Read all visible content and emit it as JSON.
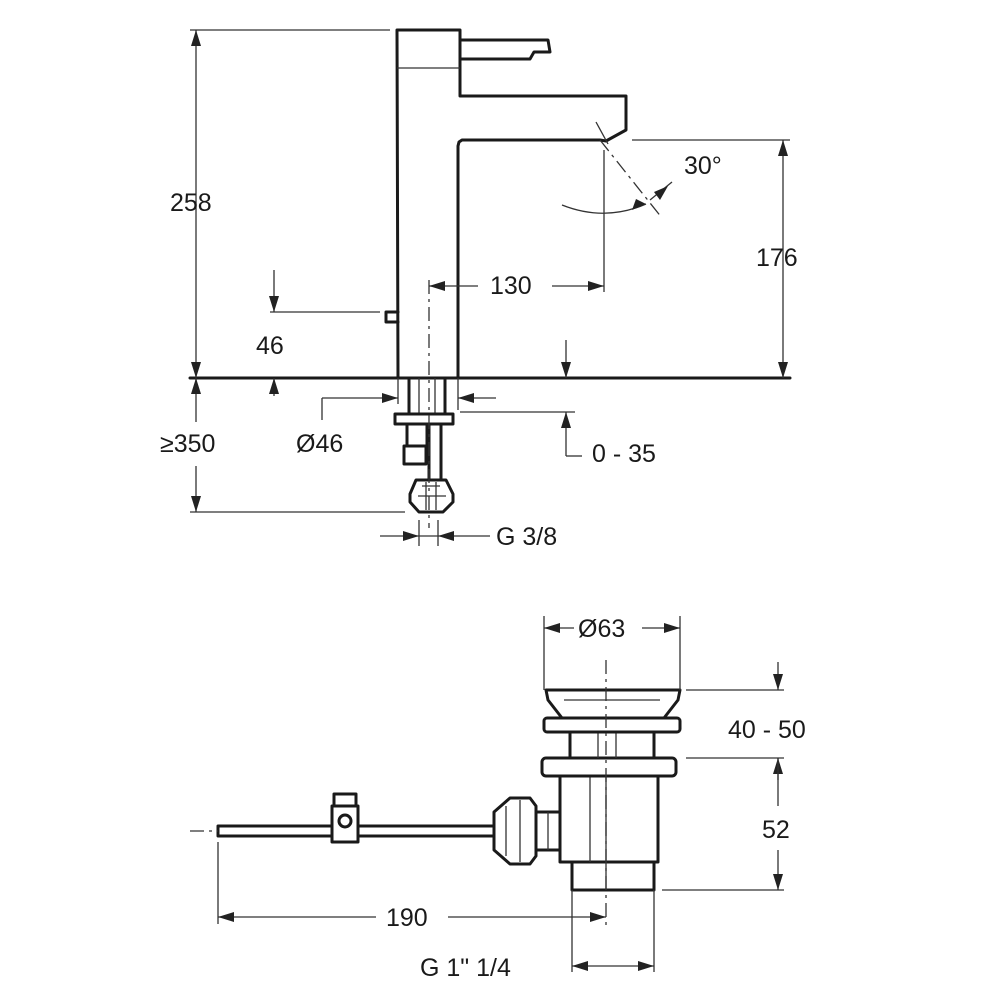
{
  "faucet": {
    "height_label": "258",
    "spout_angle_label": "30°",
    "spout_height_label": "176",
    "spout_reach_label": "130",
    "lever_height_label": "46",
    "hole_diameter_label": "Ø46",
    "hose_length_label": "≥350",
    "deck_thickness_label": "0 - 35",
    "connection_label": "G 3/8"
  },
  "waste": {
    "plug_diameter_label": "Ø63",
    "plug_range_label": "40 - 50",
    "body_height_label": "52",
    "rod_length_label": "190",
    "thread_label": "G 1\" 1/4"
  }
}
